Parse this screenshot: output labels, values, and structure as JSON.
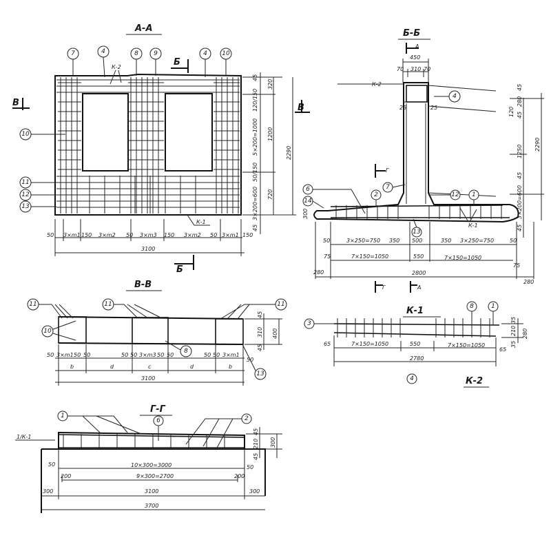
{
  "titles": {
    "aa": "А-А",
    "bb": "Б-Б",
    "vv": "В-В",
    "k1": "К-1",
    "k2": "К-2",
    "gg": "Г-Г"
  },
  "section_marks": {
    "b": "Б",
    "v": "В",
    "g": "Г",
    "a": "А"
  },
  "aa": {
    "bubbles_top": [
      "7",
      "4",
      "8",
      "9",
      "4",
      "10"
    ],
    "bubbles_left": [
      "10",
      "11",
      "12",
      "13"
    ],
    "k2": "К-2",
    "k1": "К-1",
    "dims_bottom": [
      "50",
      "3×m1",
      "150",
      "3×m2",
      "50",
      "3×m3",
      "150",
      "3×m2",
      "50",
      "3×m1",
      "150"
    ],
    "total": "3100",
    "dims_right": [
      "45",
      "120/150",
      "5×200=1000",
      "50/150",
      "3×200=600",
      "45"
    ],
    "dims_right2": [
      "320",
      "1200",
      "720"
    ],
    "height": "2290"
  },
  "bb": {
    "width": "450",
    "top_dims": [
      "70",
      "310",
      "70"
    ],
    "k2": "К-2",
    "k1": "К-1",
    "side": [
      "25",
      "25"
    ],
    "bubbles": [
      "4",
      "7",
      "2",
      "6",
      "14",
      "12",
      "1",
      "13"
    ],
    "dims_right": [
      "45",
      "280",
      "120",
      "45",
      "1250",
      "2290",
      "45",
      "3×200=600",
      "45"
    ],
    "h300": "300",
    "row1": [
      "50",
      "3×250=750",
      "350",
      "500",
      "350",
      "3×250=750",
      "50"
    ],
    "row2": [
      "75",
      "7×150=1050",
      "550",
      "7×150=1050",
      "75"
    ],
    "row3": [
      "280",
      "2800",
      "280"
    ]
  },
  "vv": {
    "bubbles": [
      "11",
      "11",
      "11",
      "10",
      "8",
      "13"
    ],
    "dims_right": [
      "45",
      "310",
      "400",
      "45"
    ],
    "small": [
      "50",
      "3×m1",
      "50",
      "50",
      "50",
      "50",
      "3×m3",
      "50",
      "50",
      "50",
      "50",
      "3×m1",
      "50"
    ],
    "spans": [
      "b",
      "d",
      "c",
      "d",
      "b"
    ],
    "total": "3100"
  },
  "k1": {
    "bubbles": [
      "3",
      "8",
      "1"
    ],
    "dims": [
      "65",
      "7×150=1050",
      "550",
      "7×150=1050",
      "65"
    ],
    "total": "2780",
    "right": [
      "35",
      "210",
      "280",
      "35"
    ],
    "bubble_k2": "4"
  },
  "gg": {
    "bubbles": [
      "1",
      "6",
      "2"
    ],
    "ref": "1/К-1",
    "right": [
      "45",
      "210",
      "300",
      "45"
    ],
    "row1": [
      "50",
      "10×300=3000",
      "50"
    ],
    "row2": [
      "200",
      "9×300=2700",
      "200"
    ],
    "row3": [
      "300",
      "3100",
      "300"
    ],
    "total": "3700"
  }
}
